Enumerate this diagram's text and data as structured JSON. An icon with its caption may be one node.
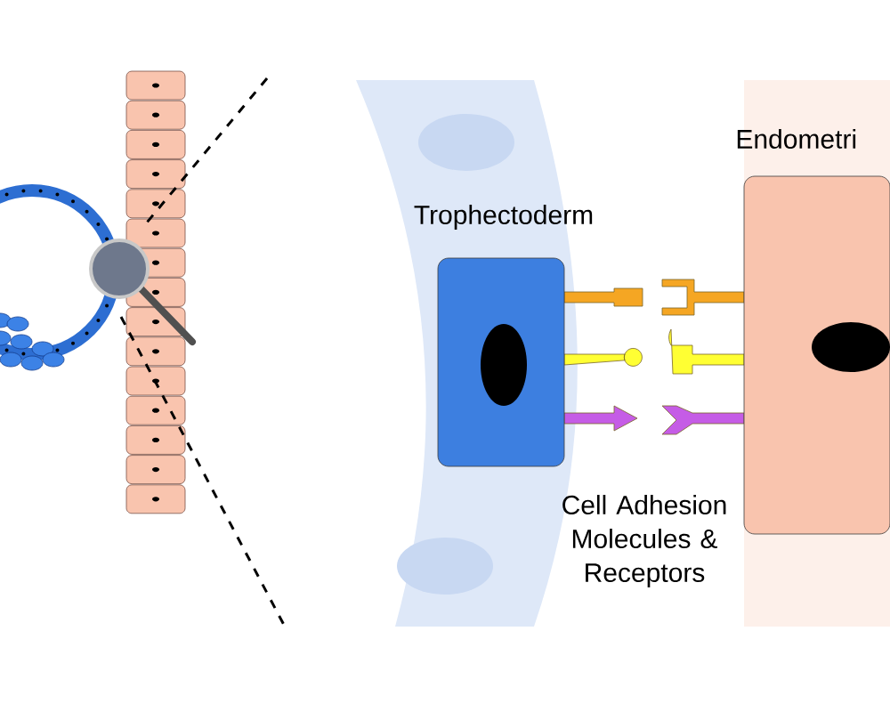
{
  "diagram": {
    "nodes": [
      {
        "text": [
          "Trophectoderm"
        ]
      },
      {
        "text": [
          "Endometri"
        ]
      }
    ],
    "labels": [
      "Cell Adhesion Molecules & Receptors"
    ]
  }
}
